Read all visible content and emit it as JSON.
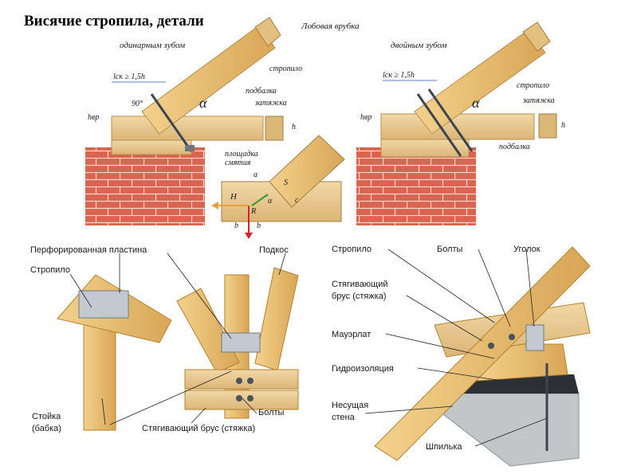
{
  "title": "Висячие стропила, детали",
  "top_left": {
    "heading": "одинарным зубом",
    "lob": "Лобовая врубка",
    "lsk": "lск ≥ 1,5h",
    "angle90": "90°",
    "alpha": "α",
    "strop": "стропило",
    "podbalka": "подбалка",
    "zatyazhka": "затяжка",
    "hvr": "hвр",
    "h": "h"
  },
  "detail": {
    "ploshchadka": "площадка",
    "smyatiya": "смятия",
    "a": "a",
    "S": "S",
    "H": "H",
    "c": "c",
    "R": "R",
    "b": "b",
    "alpha": "α"
  },
  "top_right": {
    "heading": "двойным зубом",
    "lsk": "lск ≥ 1,5h",
    "alpha": "α",
    "strop": "стропило",
    "zatyazhka": "затяжка",
    "podbalka": "подбалка",
    "hvr": "hвр",
    "h": "h"
  },
  "bottom_left": {
    "perforated": "Перфорированная пластина",
    "stropilo": "Стропило",
    "podkos": "Подкос",
    "stoyka1": "Стойка",
    "stoyka2": "(бабка)",
    "bolty": "Болты",
    "styag": "Стягивающий брус (стяжка)"
  },
  "bottom_right": {
    "stropilo": "Стропило",
    "bolty": "Болты",
    "ugolok": "Уголок",
    "styag1": "Стягивающий",
    "styag2": "брус (стяжка)",
    "mauerlat": "Мауэрлат",
    "gidro": "Гидроизоляция",
    "nesush1": "Несущая",
    "nesush2": "стена",
    "shpilka": "Шпилька"
  },
  "colors": {
    "wood": "#e8c98e",
    "wood_dark": "#c99a55",
    "brick": "#d9644f",
    "arrow_orange": "#e8a03c",
    "arrow_red": "#d0262a",
    "arrow_green": "#2f9a2f",
    "metal": "#9aa3ad"
  }
}
